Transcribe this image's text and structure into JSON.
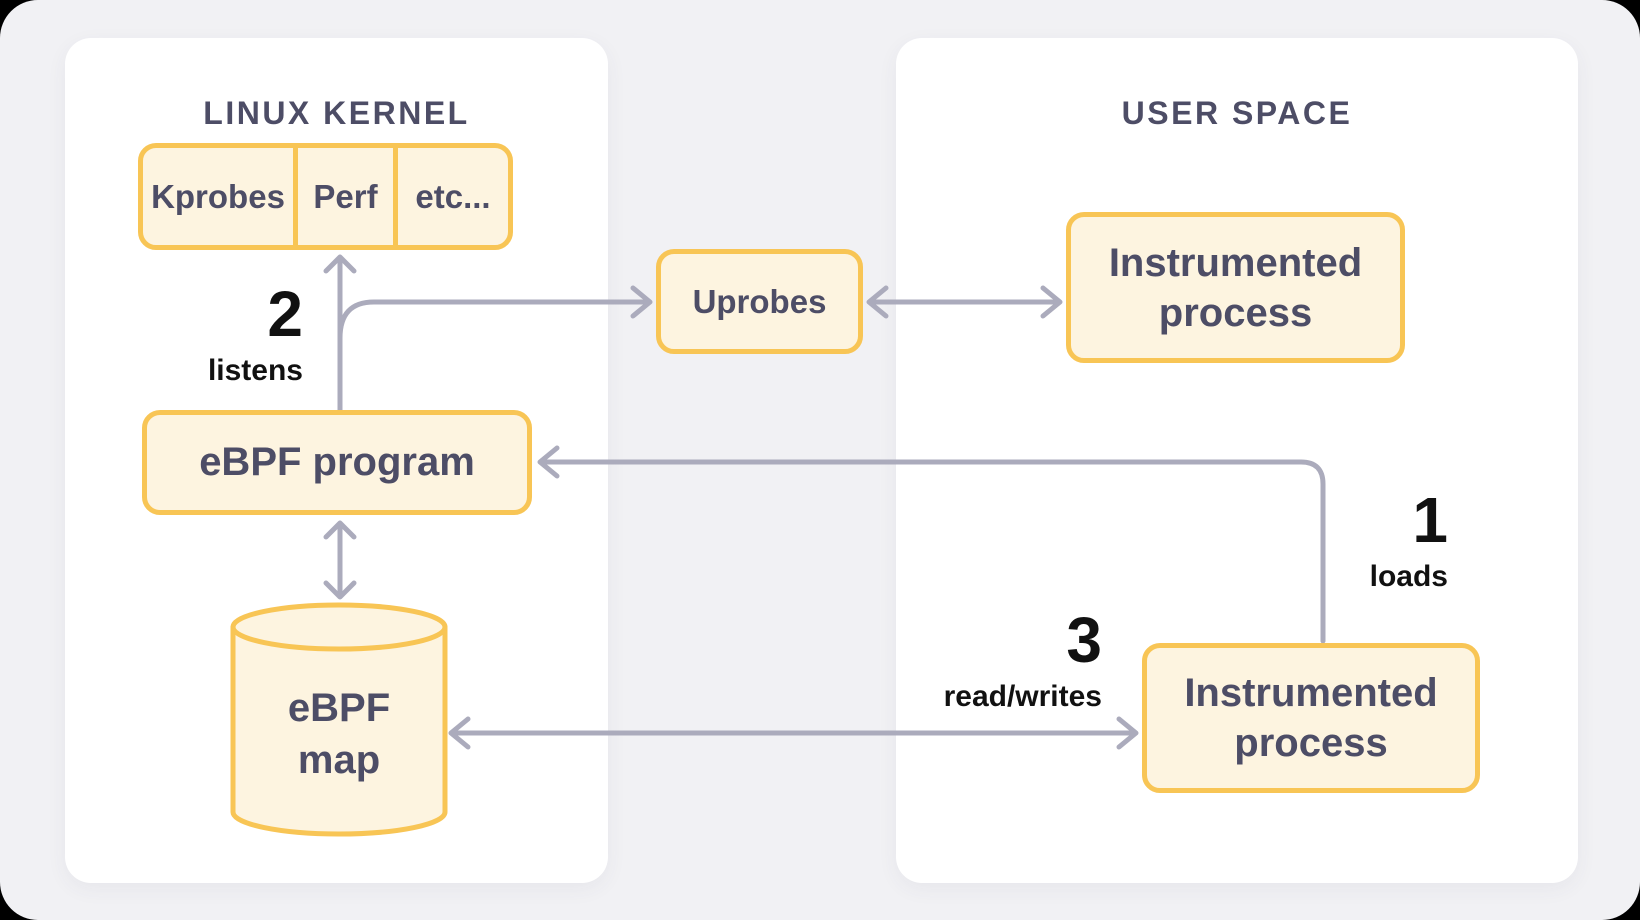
{
  "colors": {
    "background": "#F1F1F4",
    "outside": "#000000",
    "card": "#FFFFFF",
    "node_fill": "#FDF4E0",
    "node_border": "#F8C555",
    "arrow": "#ABABBC",
    "slate": "#4D4D66",
    "ink": "#111111"
  },
  "kernel_panel": {
    "title": "LINUX KERNEL",
    "probes_row": {
      "cells": [
        {
          "label": "Kprobes"
        },
        {
          "label": "Perf"
        },
        {
          "label": "etc..."
        }
      ]
    },
    "ebpf_program": {
      "label": "eBPF program"
    },
    "ebpf_map": {
      "line1": "eBPF",
      "line2": "map"
    }
  },
  "bridge": {
    "uprobes": {
      "label": "Uprobes"
    }
  },
  "user_panel": {
    "title": "USER SPACE",
    "instrumented_process_top": {
      "line1": "Instrumented",
      "line2": "process"
    },
    "instrumented_process_bottom": {
      "line1": "Instrumented",
      "line2": "process"
    }
  },
  "steps": {
    "step1": {
      "number": "1",
      "label": "loads"
    },
    "step2": {
      "number": "2",
      "label": "listens"
    },
    "step3": {
      "number": "3",
      "label": "read/writes"
    }
  }
}
